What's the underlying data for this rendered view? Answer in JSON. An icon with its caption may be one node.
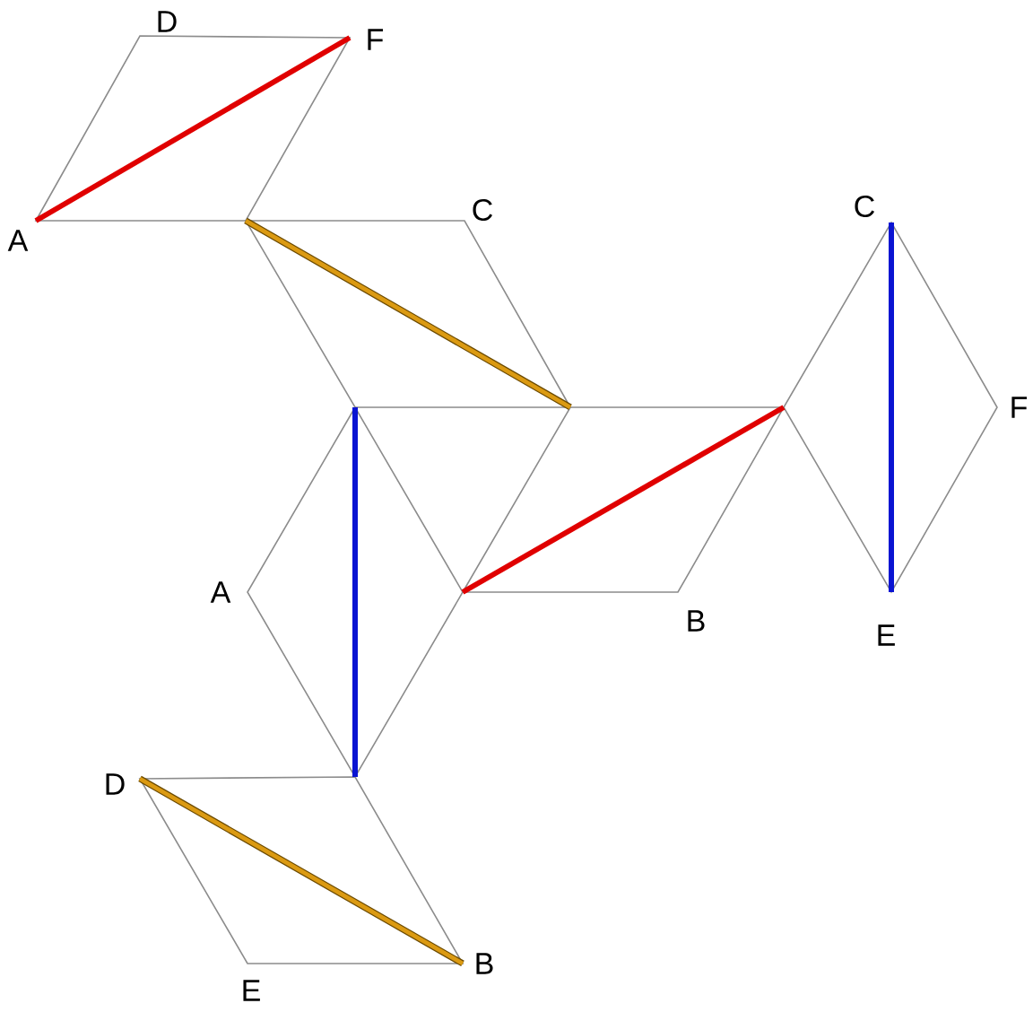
{
  "diagram": {
    "labels": [
      "D",
      "F",
      "A",
      "C",
      "C",
      "F",
      "A",
      "B",
      "E",
      "D",
      "B",
      "E"
    ]
  }
}
